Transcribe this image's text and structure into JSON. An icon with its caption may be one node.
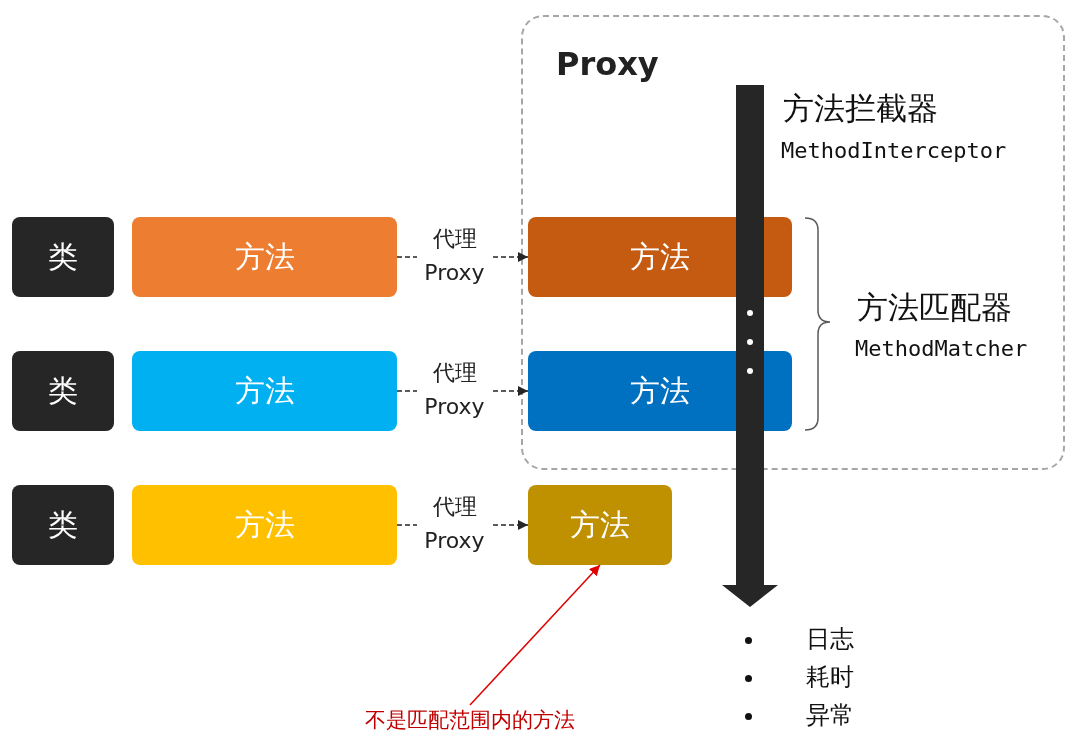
{
  "diagram": {
    "nodes": [
      {
        "text": [
          "Proxy"
        ]
      },
      {
        "text": [
          "类"
        ]
      },
      {
        "text": [
          "方法"
        ]
      },
      {
        "text": [
          "方法"
        ],
        "in": 0
      },
      {
        "text": [
          "类"
        ]
      },
      {
        "text": [
          "方法"
        ]
      },
      {
        "text": [
          "方法"
        ],
        "in": 0
      },
      {
        "text": [
          "类"
        ]
      },
      {
        "text": [
          "方法"
        ]
      },
      {
        "text": [
          "方法"
        ]
      },
      {
        "text": [
          "不是匹配范围内的方法"
        ]
      }
    ],
    "edges": [
      {
        "from": 2,
        "to": 3,
        "arrow": "to",
        "label": "代理 Proxy",
        "style": "dashed"
      },
      {
        "from": 5,
        "to": 6,
        "arrow": "to",
        "label": "代理 Proxy",
        "style": "dashed"
      },
      {
        "from": 8,
        "to": 9,
        "arrow": "to",
        "label": "代理 Proxy",
        "style": "dashed"
      },
      {
        "from": 10,
        "to": 9,
        "arrow": "to",
        "color": "#e00000"
      }
    ],
    "labels": [
      "方法拦截器",
      "MethodInterceptor",
      "方法匹配器",
      "MethodMatcher",
      "日志",
      "耗时",
      "异常"
    ]
  }
}
